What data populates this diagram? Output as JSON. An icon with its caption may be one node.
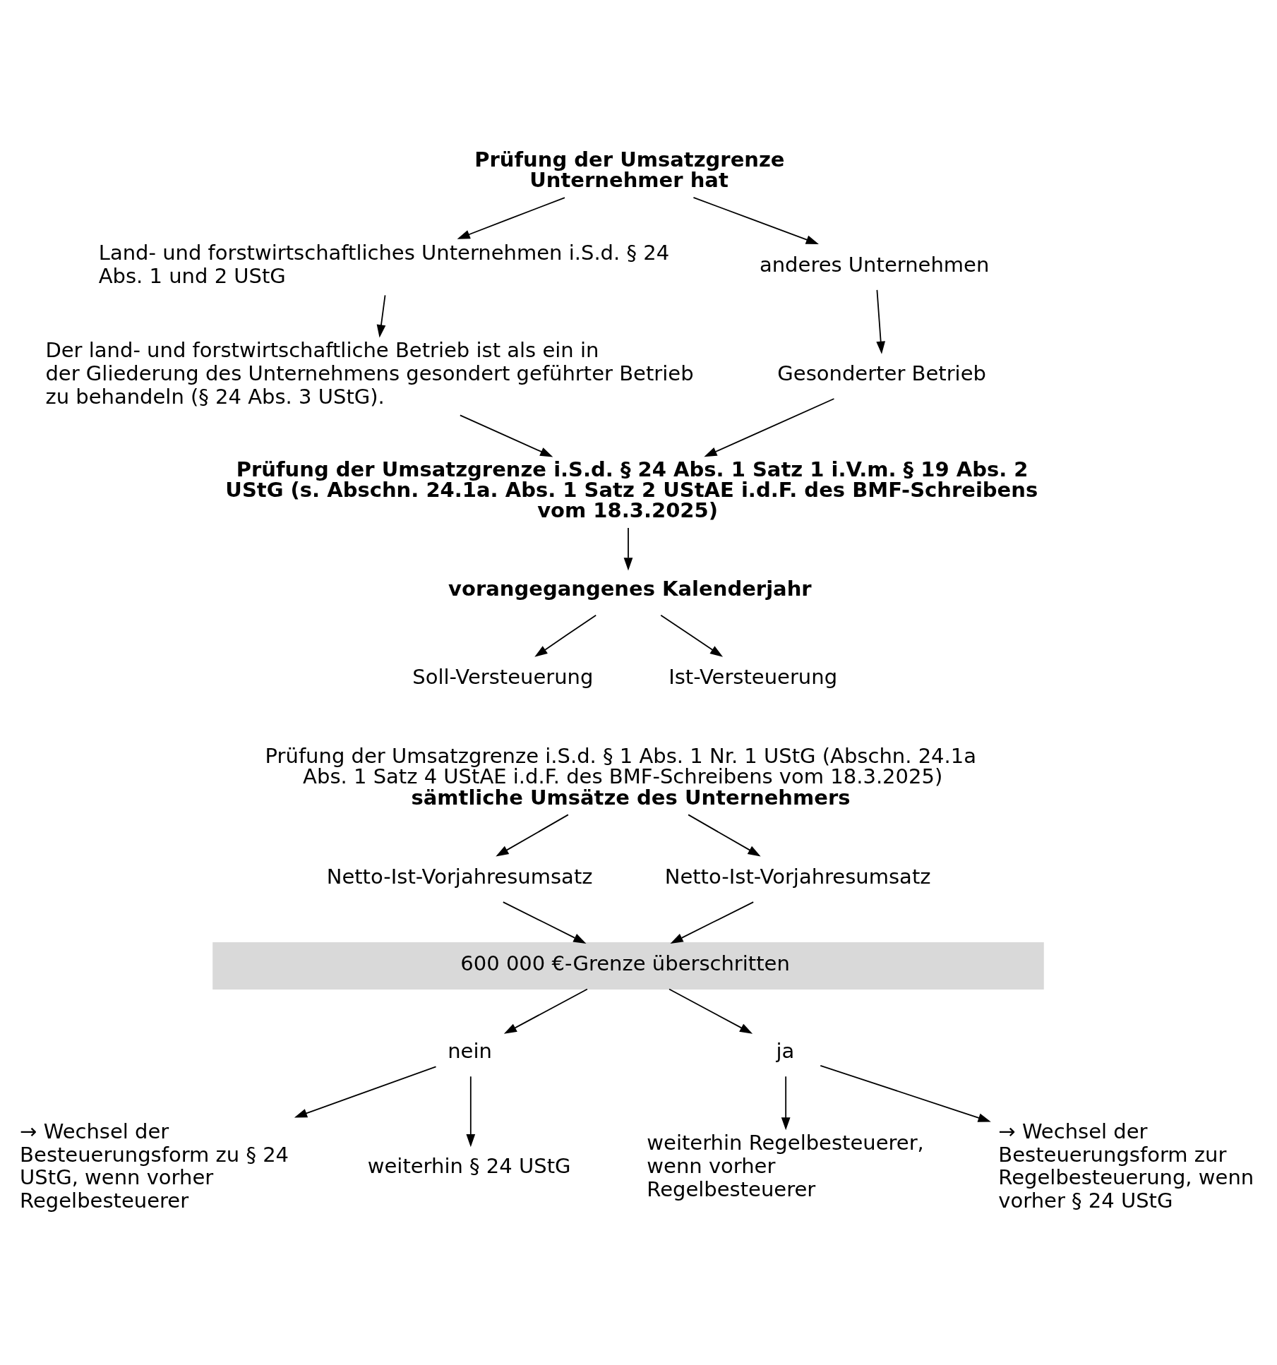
{
  "diagram": {
    "nodes": [
      {
        "text": [
          "Prüfung der Umsatzgrenze Unternehmer hat"
        ]
      },
      {
        "text": [
          "Land- und forstwirtschaftliches Unternehmen i.S.d. § 24 Abs. 1 und 2 UStG"
        ]
      },
      {
        "text": [
          "Der land- und forstwirtschaftliche Betrieb ist als ein in der Gliederung des Unternehmens gesondert geführter Betrieb zu behandeln (§ 24 Abs. 3 UStG)."
        ]
      },
      {
        "text": [
          "anderes Unternehmen"
        ]
      },
      {
        "text": [
          "Gesonderter Betrieb"
        ]
      },
      {
        "text": [
          "Prüfung der Umsatzgrenze i.S.d. § 24 Abs. 1 Satz 1 i.V.m. § 19 Abs. 2 UStG (s. Abschn. 24.1a. Abs. 1 Satz 2 UStAE i.d.F. des BMF-Schreibens vom 18.3.2025)"
        ]
      },
      {
        "text": [
          "vorangegangenes Kalenderjahr"
        ]
      },
      {
        "text": [
          "Soll-Versteuerung"
        ]
      },
      {
        "text": [
          "Ist-Versteuerung"
        ]
      },
      {
        "text": [
          "Prüfung der Umsatzgrenze i.S.d. § 1 Abs. 1 Nr. 1 UStG (Abschn. 24.1a Abs. 1 Satz 4 UStAE i.d.F. des BMF-Schreibens vom 18.3.2025)",
          "sämtliche Umsätze des Unternehmers"
        ]
      },
      {
        "text": [
          "Netto-Ist-Vorjahresumsatz"
        ]
      },
      {
        "text": [
          "Netto-Ist-Vorjahresumsatz"
        ]
      },
      {
        "text": [
          "600 000 €-Grenze überschritten"
        ]
      },
      {
        "text": [
          "nein"
        ]
      },
      {
        "text": [
          "ja"
        ]
      },
      {
        "text": [
          "→ Wechsel der Besteuerungsform zu § 24 UStG, wenn vorher Regelbesteuerer"
        ]
      },
      {
        "text": [
          "weiterhin § 24 UStG"
        ]
      },
      {
        "text": [
          "weiterhin Regelbesteuerer, wenn vorher Regelbesteuerer"
        ]
      },
      {
        "text": [
          "→ Wechsel der Besteuerungsform zur Regelbesteuerung, wenn vorher § 24 UStG"
        ]
      }
    ],
    "edges": [
      {
        "from": 0,
        "to": 1,
        "arrow": "to"
      },
      {
        "from": 0,
        "to": 3,
        "arrow": "to"
      },
      {
        "from": 1,
        "to": 2,
        "arrow": "to"
      },
      {
        "from": 3,
        "to": 4,
        "arrow": "to"
      },
      {
        "from": 2,
        "to": 5,
        "arrow": "to"
      },
      {
        "from": 4,
        "to": 5,
        "arrow": "to"
      },
      {
        "from": 5,
        "to": 6,
        "arrow": "to"
      },
      {
        "from": 6,
        "to": 7,
        "arrow": "to"
      },
      {
        "from": 6,
        "to": 8,
        "arrow": "to"
      },
      {
        "from": 9,
        "to": 10,
        "arrow": "to"
      },
      {
        "from": 9,
        "to": 11,
        "arrow": "to"
      },
      {
        "from": 10,
        "to": 12,
        "arrow": "to"
      },
      {
        "from": 11,
        "to": 12,
        "arrow": "to"
      },
      {
        "from": 12,
        "to": 13,
        "arrow": "to"
      },
      {
        "from": 12,
        "to": 14,
        "arrow": "to"
      },
      {
        "from": 13,
        "to": 15,
        "arrow": "to"
      },
      {
        "from": 13,
        "to": 16,
        "arrow": "to"
      },
      {
        "from": 14,
        "to": 17,
        "arrow": "to"
      },
      {
        "from": 14,
        "to": 18,
        "arrow": "to"
      }
    ]
  }
}
